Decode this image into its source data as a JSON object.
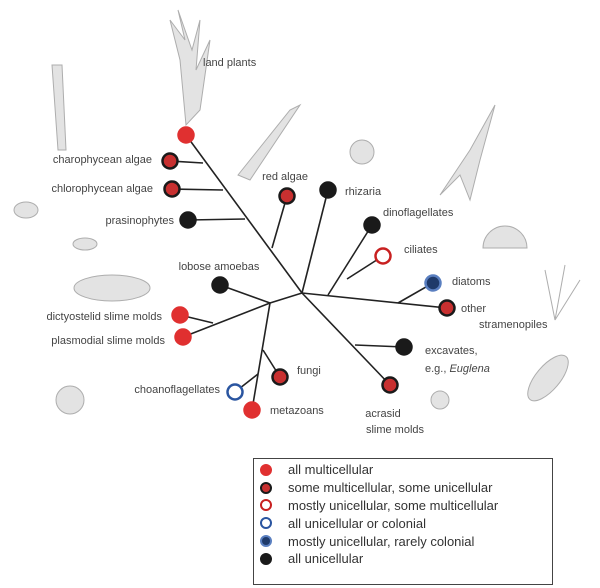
{
  "colors": {
    "all_multicellular": "#e03030",
    "some_multi_fill": "#c83030",
    "ring_dark": "#1a1a1a",
    "ring_red": "#c82020",
    "ring_blue": "#2a55a0",
    "blue_fill": "#1f3a6a",
    "unicellular": "#1a1a1a"
  },
  "taxa": [
    {
      "id": "land-plants",
      "label": "land plants",
      "category": "all_multicellular"
    },
    {
      "id": "charophycean-algae",
      "label": "charophycean algae",
      "category": "some_multi"
    },
    {
      "id": "chlorophycean-algae",
      "label": "chlorophycean algae",
      "category": "some_multi"
    },
    {
      "id": "prasinophytes",
      "label": "prasinophytes",
      "category": "all_unicellular"
    },
    {
      "id": "red-algae",
      "label": "red algae",
      "category": "some_multi"
    },
    {
      "id": "rhizaria",
      "label": "rhizaria",
      "category": "all_unicellular"
    },
    {
      "id": "dinoflagellates",
      "label": "dinoflagellates",
      "category": "all_unicellular"
    },
    {
      "id": "ciliates",
      "label": "ciliates",
      "category": "mostly_uni_some_multi"
    },
    {
      "id": "lobose-amoebas",
      "label": "lobose amoebas",
      "category": "all_unicellular"
    },
    {
      "id": "diatoms",
      "label": "diatoms",
      "category": "mostly_uni_rarely_colonial"
    },
    {
      "id": "other-stramenopiles",
      "label": "other",
      "label2": "stramenopiles",
      "category": "some_multi"
    },
    {
      "id": "dictyostelid-slime-molds",
      "label": "dictyostelid slime molds",
      "category": "all_multicellular"
    },
    {
      "id": "plasmodial-slime-molds",
      "label": "plasmodial slime molds",
      "category": "all_multicellular"
    },
    {
      "id": "excavates",
      "label": "excavates,",
      "label2": "e.g., ",
      "label2_italic": "Euglena",
      "category": "all_unicellular"
    },
    {
      "id": "fungi",
      "label": "fungi",
      "category": "some_multi"
    },
    {
      "id": "choanoflagellates",
      "label": "choanoflagellates",
      "category": "all_uni_or_colonial"
    },
    {
      "id": "metazoans",
      "label": "metazoans",
      "category": "all_multicellular"
    },
    {
      "id": "acrasid-slime-molds",
      "label": "acrasid",
      "label2": "slime molds",
      "category": "some_multi"
    }
  ],
  "legend": [
    {
      "key": "all_multicellular",
      "label": "all multicellular"
    },
    {
      "key": "some_multi",
      "label": "some multicellular, some unicellular"
    },
    {
      "key": "mostly_uni_some_multi",
      "label": "mostly unicellular, some multicellular"
    },
    {
      "key": "all_uni_or_colonial",
      "label": "all unicellular or colonial"
    },
    {
      "key": "mostly_uni_rarely_colonial",
      "label": "mostly unicellular, rarely colonial"
    },
    {
      "key": "all_unicellular",
      "label": "all unicellular"
    }
  ]
}
